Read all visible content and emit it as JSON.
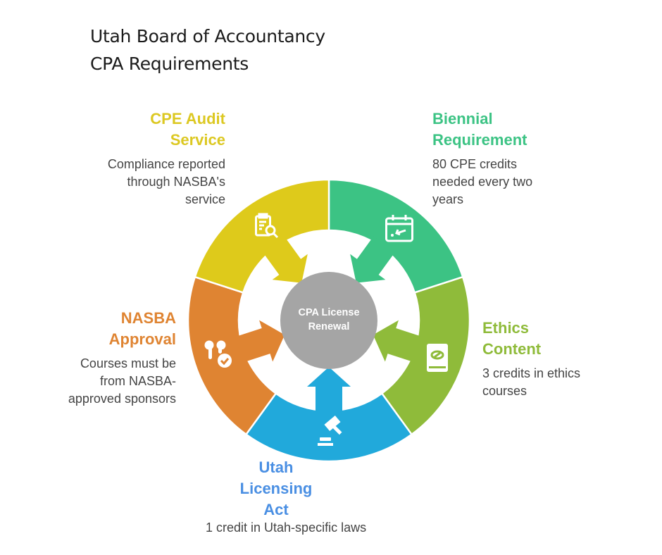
{
  "title": {
    "line1": "Utah Board of Accountancy",
    "line2": "CPA Requirements"
  },
  "center": {
    "line1": "CPA License",
    "line2": "Renewal",
    "color": "#A5A5A5"
  },
  "segments": [
    {
      "id": "cpe-audit-service",
      "heading_line1": "CPE Audit",
      "heading_line2": "Service",
      "desc_line1": "Compliance reported",
      "desc_line2": "through NASBA's",
      "desc_line3": "service",
      "icon": "clipboard-search-icon",
      "color": "#DECA1B",
      "heading_color": "#DCC822"
    },
    {
      "id": "biennial-requirement",
      "heading_line1": "Biennial",
      "heading_line2": "Requirement",
      "desc_line1": "80 CPE credits",
      "desc_line2": "needed every two",
      "desc_line3": "years",
      "icon": "calendar-icon",
      "color": "#3CC384",
      "heading_color": "#3CC384"
    },
    {
      "id": "ethics-content",
      "heading_line1": "Ethics",
      "heading_line2": "Content",
      "desc_line1": "3 credits in ethics",
      "desc_line2": "courses",
      "icon": "book-icon",
      "color": "#8FBB3A",
      "heading_color": "#8FBB3A"
    },
    {
      "id": "utah-licensing-act",
      "heading_line1": "Utah",
      "heading_line2": "Licensing",
      "heading_line3": "Act",
      "desc_line1": "1 credit in Utah-specific laws",
      "icon": "gavel-icon",
      "color": "#21A9DB",
      "heading_color": "#4A8FE3"
    },
    {
      "id": "nasba-approval",
      "heading_line1": "NASBA",
      "heading_line2": "Approval",
      "desc_line1": "Courses must be",
      "desc_line2": "from NASBA-",
      "desc_line3": "approved sponsors",
      "icon": "earbuds-check-icon",
      "color": "#DF8432",
      "heading_color": "#DF8432"
    }
  ]
}
